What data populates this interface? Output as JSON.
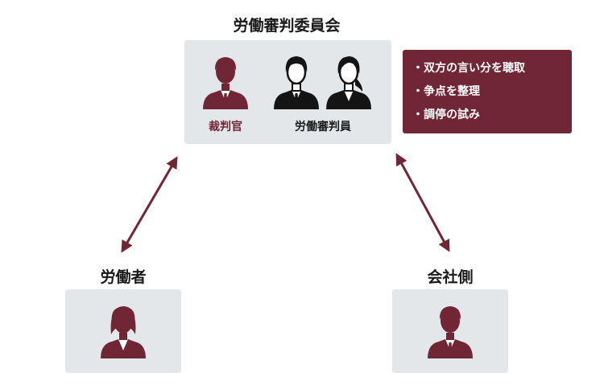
{
  "committee": {
    "title": "労働審判委員会",
    "judge_label": "裁判官",
    "members_label": "労働審判員"
  },
  "notes": [
    "双方の言い分を聴取",
    "争点を整理",
    "調停の試み"
  ],
  "worker": {
    "title": "労働者"
  },
  "company": {
    "title": "会社側"
  },
  "colors": {
    "accent": "#712635",
    "panel": "#e3e7ea",
    "member": "#141414"
  }
}
